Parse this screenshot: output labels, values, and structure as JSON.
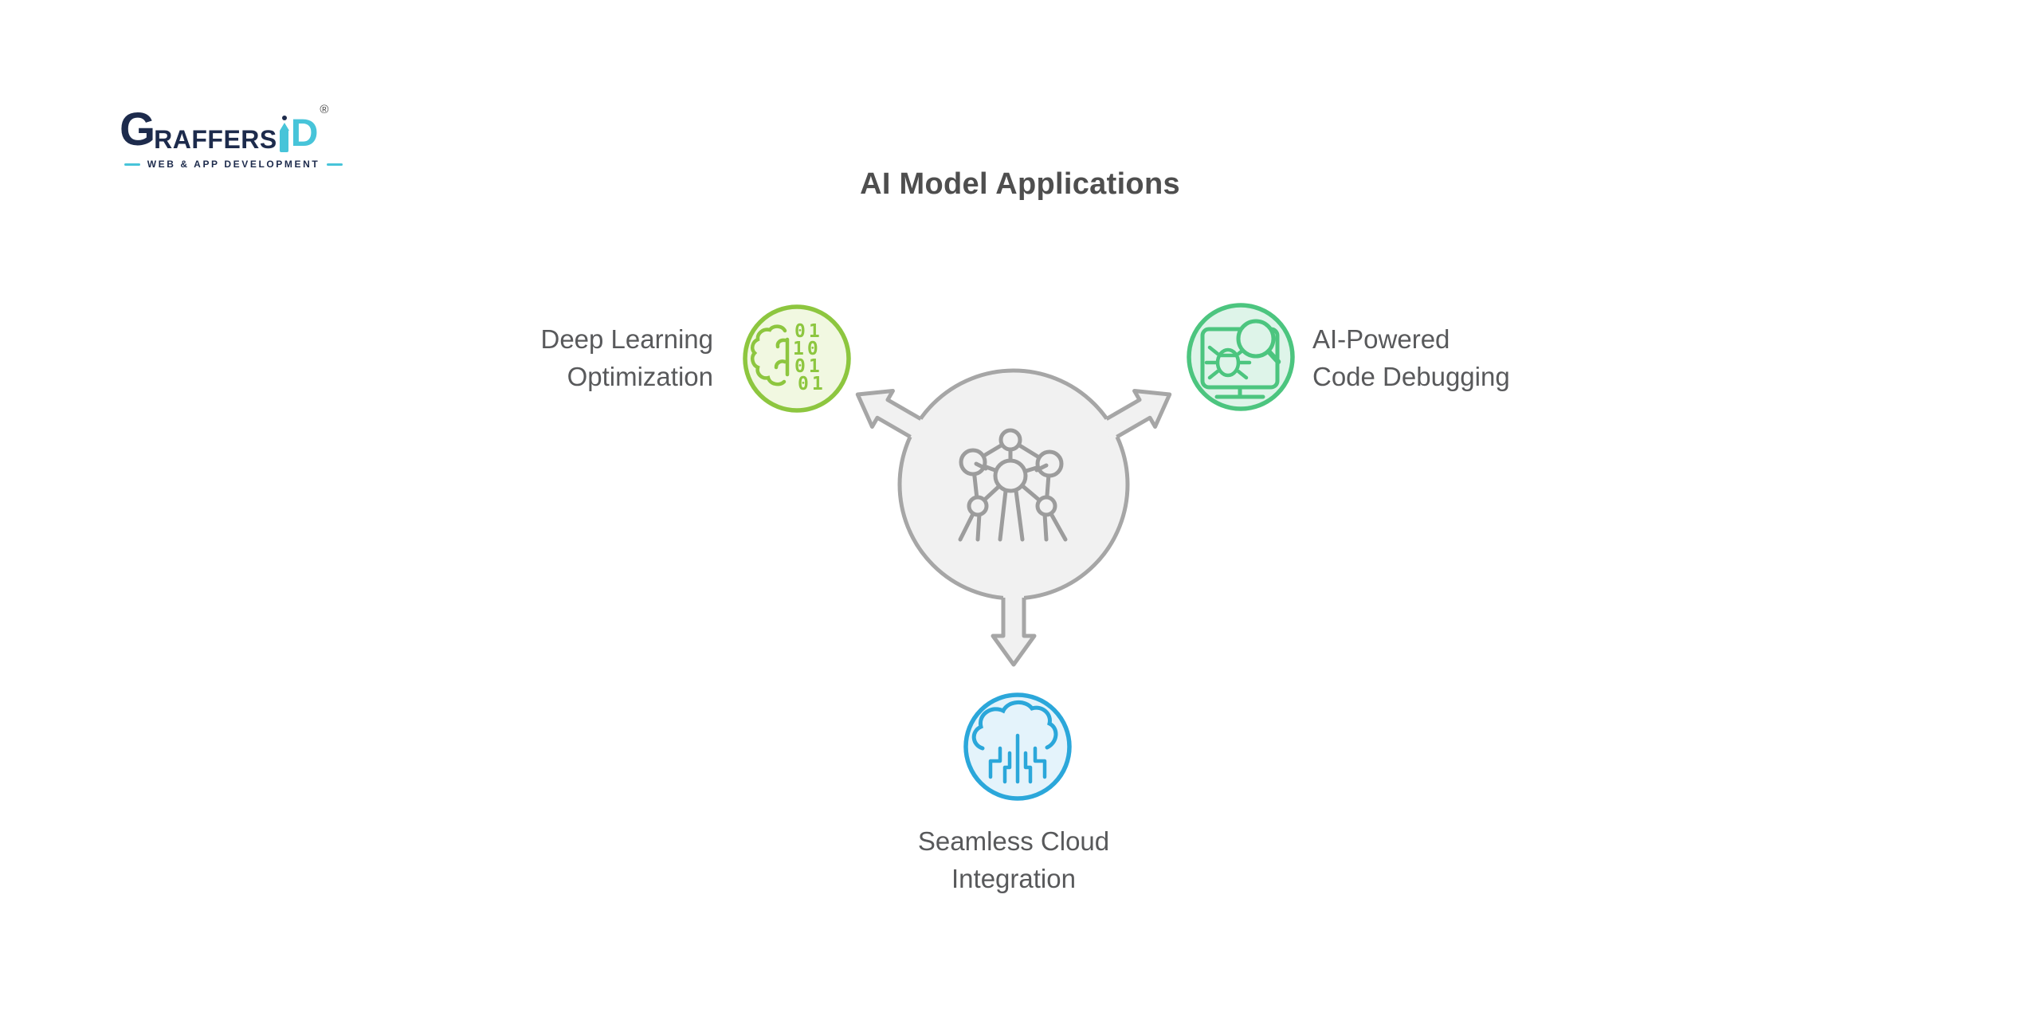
{
  "logo": {
    "brand_g": "G",
    "brand_raffers": "RAFFERS",
    "brand_d": "D",
    "registered": "®",
    "tagline": "WEB & APP DEVELOPMENT",
    "navy": "#1d2b4c",
    "teal": "#47c4d9"
  },
  "title": {
    "text": "AI Model Applications",
    "color": "#4e4e4e"
  },
  "hub": {
    "icon": "neural-network-icon",
    "fill": "#f1f1f1",
    "stroke": "#a6a6a6",
    "arrow_directions": [
      "up-left",
      "up-right",
      "down"
    ]
  },
  "items": [
    {
      "id": "deep-learning-optimization",
      "label_lines": [
        "Deep Learning",
        "Optimization"
      ],
      "icon": "brain-binary-icon",
      "accent": "#8dc63f",
      "icon_fill": "#f1f8e1",
      "binary_rows": [
        "01",
        "10",
        "01",
        "01"
      ],
      "position": "left"
    },
    {
      "id": "ai-powered-code-debugging",
      "label_lines": [
        "AI-Powered",
        "Code Debugging"
      ],
      "icon": "bug-scan-monitor-icon",
      "accent": "#4cc57f",
      "icon_fill": "#def4e9",
      "position": "right"
    },
    {
      "id": "seamless-cloud-integration",
      "label_lines": [
        "Seamless Cloud",
        "Integration"
      ],
      "icon": "cloud-circuit-icon",
      "accent": "#2ba7da",
      "icon_fill": "#e4f3fb",
      "position": "bottom"
    }
  ],
  "text_color": "#58595b"
}
